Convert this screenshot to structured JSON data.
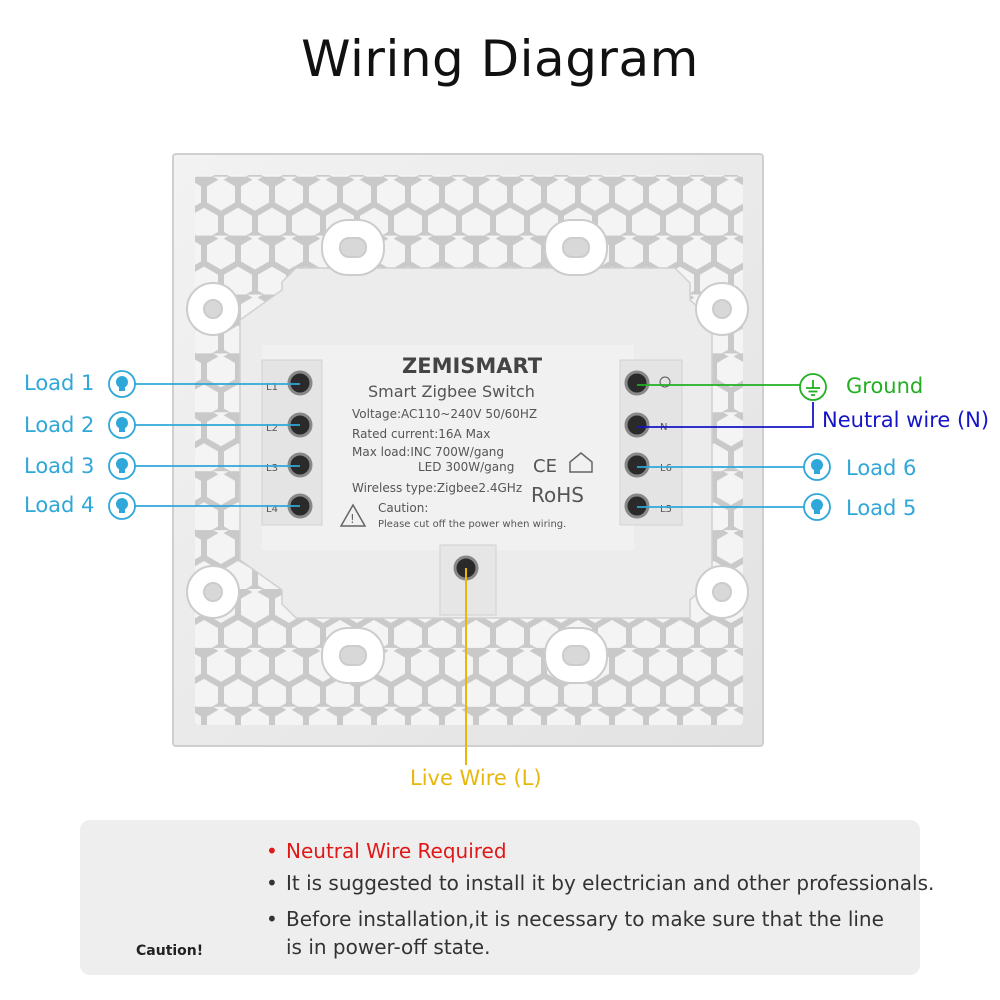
{
  "title": "Wiring Diagram",
  "device": {
    "brand": "ZEMISMART",
    "name": "Smart Zigbee Switch",
    "specs": [
      "Voltage:AC110~240V  50/60HZ",
      "Rated current:16A Max",
      "Max load:INC 700W/gang",
      "LED 300W/gang",
      "Wireless type:Zigbee2.4GHz"
    ],
    "ce": "CE",
    "rohs": "RoHS",
    "caution_title": "Caution:",
    "caution_text": "Please cut off the power when wiring.",
    "terminals_left": [
      "L1",
      "L2",
      "L3",
      "L4"
    ],
    "terminals_right": [
      "",
      "N",
      "L6",
      "L5"
    ]
  },
  "labels": {
    "load1": "Load 1",
    "load2": "Load 2",
    "load3": "Load 3",
    "load4": "Load 4",
    "load5": "Load 5",
    "load6": "Load 6",
    "ground": "Ground",
    "neutral": "Neutral wire (N)",
    "live": "Live Wire (L)"
  },
  "notes": {
    "caution_label": "Caution!",
    "items": [
      "Neutral Wire Required",
      "It is suggested to install it by electrician and other professionals.",
      "Before installation,it is necessary to make sure that the line",
      "is in power-off state."
    ]
  },
  "colors": {
    "load": "#2fa7d8",
    "ground": "#22b022",
    "neutral": "#1515c8",
    "live": "#e8b70c",
    "required": "#e01818",
    "warning": "#f5b400"
  }
}
